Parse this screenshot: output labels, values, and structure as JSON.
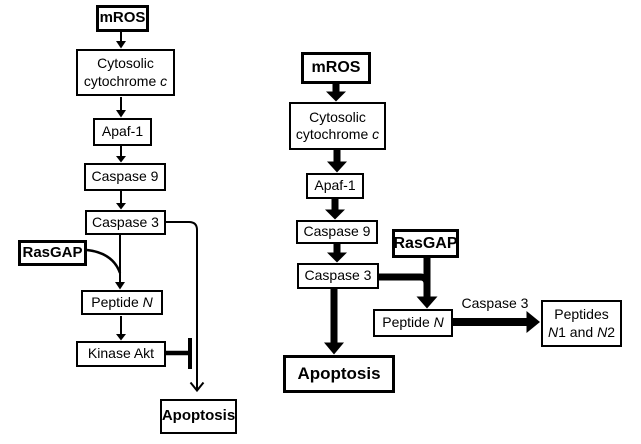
{
  "left": {
    "mros": "mROS",
    "cyt_line1": "Cytosolic",
    "cyt_line2": "cytochrome ",
    "cyt_italic": "c",
    "apaf1": "Apaf-1",
    "caspase9": "Caspase 9",
    "caspase3": "Caspase 3",
    "rasgap": "RasGAP",
    "peptide": "Peptide ",
    "peptide_italic": "N",
    "kinase_akt": "Kinase Akt",
    "apoptosis": "Apoptosis"
  },
  "right": {
    "mros": "mROS",
    "cyt_line1": "Cytosolic",
    "cyt_line2": "cytochrome ",
    "cyt_italic": "c",
    "apaf1": "Apaf-1",
    "caspase9": "Caspase 9",
    "caspase3": "Caspase 3",
    "rasgap": "RasGAP",
    "peptide": "Peptide ",
    "peptide_italic": "N",
    "arrow_label": "Caspase 3",
    "peptides_line1": "Peptides",
    "peptides_n1_italic": "N",
    "peptides_mid": "1 and ",
    "peptides_n2_italic": "N",
    "peptides_end": "2",
    "apoptosis": "Apoptosis"
  },
  "colors": {
    "ink": "#000000",
    "box_fill": "#ffffff",
    "background": "#ffffff"
  }
}
